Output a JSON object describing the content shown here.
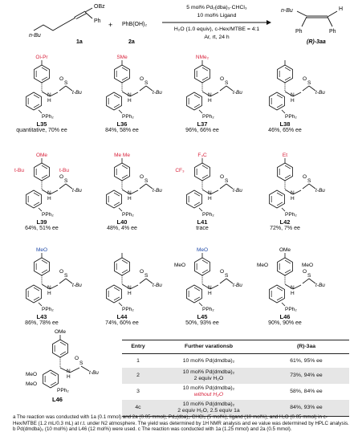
{
  "scheme": {
    "reagent_1a": "1a",
    "reagent_2a": "2a",
    "sm_group_obz": "OBz",
    "sm_group_nbu": "n-Bu",
    "sm_group_ph": "Ph",
    "reagent_2a_formula": "PhB(OH)₂",
    "plus": "+",
    "cond_top_1": "5 mol% Pd₂(dba)₃·CHCl₃",
    "cond_top_2": "10 mol% Ligand",
    "cond_bot_1": "H₂O (1.0 equiv), c-Hex/MTBE = 4:1",
    "cond_bot_2": "Ar, rt, 24 h",
    "prod_nbu": "n-Bu",
    "prod_h": "H",
    "prod_ph1": "Ph",
    "prod_ph2": "Ph",
    "product": "(R)-3aa"
  },
  "ligands": [
    {
      "id": "L35",
      "sub": "Oi-Pr",
      "result": "quantitative, 70% ee"
    },
    {
      "id": "L36",
      "sub": "SMe",
      "result": "84%, 58% ee"
    },
    {
      "id": "L37",
      "sub": "NMe₂",
      "result": "96%, 66% ee"
    },
    {
      "id": "L38",
      "sub": "",
      "result": "46%, 65% ee"
    },
    {
      "id": "L39",
      "sub": "OMe",
      "sub2": "t-Bu",
      "sub3": "t-Bu",
      "result": "64%, 51% ee"
    },
    {
      "id": "L40",
      "sub": "Me Me",
      "result": "48%, 4% ee"
    },
    {
      "id": "L41",
      "sub": "F₃C",
      "sub2": "CF₃",
      "result": "trace"
    },
    {
      "id": "L42",
      "sub": "Et",
      "result": "72%, 7% ee"
    },
    {
      "id": "L43",
      "sub": "MeO",
      "result": "86%, 78% ee"
    },
    {
      "id": "L44",
      "sub": "",
      "result": "74%, 60% ee"
    },
    {
      "id": "L45",
      "sub": "MeO",
      "sub2": "MeO",
      "result": "50%, 93% ee"
    },
    {
      "id": "L46",
      "sub": "OMe",
      "sub2": "MeO",
      "sub3": "MeO",
      "result": "90%, 90% ee"
    }
  ],
  "common": {
    "pph2": "PPh₂",
    "s": "S",
    "o": "O",
    "h": "H",
    "n": "N",
    "tbu": "t-Bu"
  },
  "bottom_ligand": {
    "id": "L46",
    "ome": "OMe",
    "meo1": "MeO",
    "meo2": "MeO"
  },
  "table": {
    "headers": [
      "Entry",
      "Further varationsb",
      "(R)-3aa"
    ],
    "rows": [
      {
        "entry": "1",
        "line1": "10 mol% Pd(dmdba)₂",
        "line2": "",
        "result": "61%, 95% ee",
        "shade": false
      },
      {
        "entry": "2",
        "line1": "10 mol% Pd(dmdba)₂",
        "line2": "2 equiv H₂O",
        "result": "73%, 94% ee",
        "shade": true
      },
      {
        "entry": "3",
        "line1": "10 mol% Pd(dmdba)₂",
        "line2": "without H₂O",
        "result": "58%, 84% ee",
        "shade": false
      },
      {
        "entry": "4c",
        "line1": "10 mol% Pd(dmdba)₂",
        "line2": "2 equiv H₂O, 2.5 equiv 1a",
        "result": "84%, 93% ee",
        "shade": true
      }
    ]
  },
  "footnote": "a The reaction was conducted with 1a (0.1 mmol) and 2a (0.05 mmol), Pd₂(dba)₃·CHCl₃ (5 mol%), ligand (10 mol%), and H₂O (0.05 mmol) in c-Hex/MTBE (1.2 mL/0.3 mL) at r.t. under N2 atmosphere. The yield was determined by 1H NMR analysis and ee value was determined by HPLC analysis. b Pd(dmdba)₂ (10 mol%) and L46 (12 mol%) were used. c The reaction was conducted with 1a (1.25 mmol) and 2a (0.5 mmol)."
}
